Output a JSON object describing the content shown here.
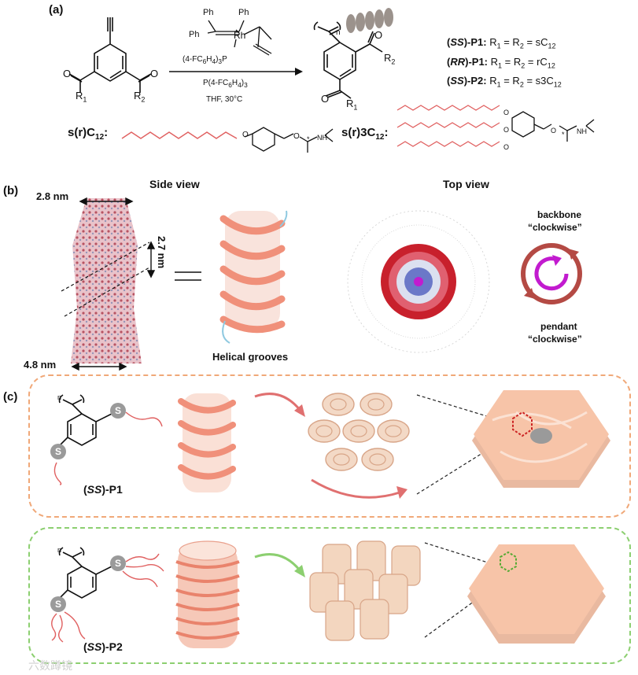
{
  "panel_a": {
    "label": "(a)",
    "catalyst": {
      "ph_tl": "Ph",
      "ph_tr": "Ph",
      "ph_l": "Ph",
      "rh": "Rh",
      "ligand": "(4-FC",
      "ligand_sub": "6",
      "ligand_mid": "H",
      "ligand_sub2": "4",
      "ligand_end": ")",
      "ligand_sub3": "3",
      "ligand_p": "P"
    },
    "reagent": "P(4-FC",
    "reagent_sub": "6",
    "reagent_mid": "H",
    "reagent_sub2": "4",
    "reagent_end": ")",
    "reagent_sub3": "3",
    "solvent": "THF, 30°C",
    "r1": "R",
    "r1_sub": "1",
    "r2": "R",
    "r2_sub": "2",
    "n": "n",
    "o": "O",
    "products": [
      {
        "prefix": "(",
        "stereo": "SS",
        "suffix": ")-P1:",
        "text": " R",
        "s1": "1",
        "eq": " = R",
        "s2": "2",
        "eq2": " = sC",
        "s3": "12"
      },
      {
        "prefix": "(",
        "stereo": "RR",
        "suffix": ")-P1:",
        "text": " R",
        "s1": "1",
        "eq": " = R",
        "s2": "2",
        "eq2": " = rC",
        "s3": "12"
      },
      {
        "prefix": "(",
        "stereo": "SS",
        "suffix": ")-P2:",
        "text": " R",
        "s1": "1",
        "eq": " = R",
        "s2": "2",
        "eq2": " = s3C",
        "s3": "12"
      }
    ],
    "side_chain_1": {
      "label": "s(r)C",
      "sub": "12",
      "colon": ":"
    },
    "side_chain_2": {
      "label": "s(r)3C",
      "sub": "12",
      "colon": ":"
    },
    "nh": "NH",
    "star": "*"
  },
  "panel_b": {
    "label": "(b)",
    "side_view_title": "Side view",
    "top_view_title": "Top view",
    "dim_top": "2.8 nm",
    "dim_pitch": "2.7 nm",
    "dim_bottom": "4.8 nm",
    "helical_grooves": "Helical grooves",
    "backbone_label": "backbone",
    "backbone_sense": "“clockwise”",
    "pendant_label": "pendant",
    "pendant_sense": "“clockwise”",
    "colors": {
      "backbone_ring": "#b44a44",
      "pendant_arrow": "#c21bcf",
      "helix": "#f0907a"
    }
  },
  "panel_c": {
    "label": "(c)",
    "p1_name": {
      "prefix": "(",
      "stereo": "SS",
      "suffix": ")-P1"
    },
    "p2_name": {
      "prefix": "(",
      "stereo": "SS",
      "suffix": ")-P2"
    },
    "s_badge": "S",
    "n": "n",
    "colors": {
      "p1_border": "#f0a878",
      "p2_border": "#8ccf70",
      "hex_face": "#f7c4a8"
    }
  },
  "watermark": "六数蹲镜"
}
